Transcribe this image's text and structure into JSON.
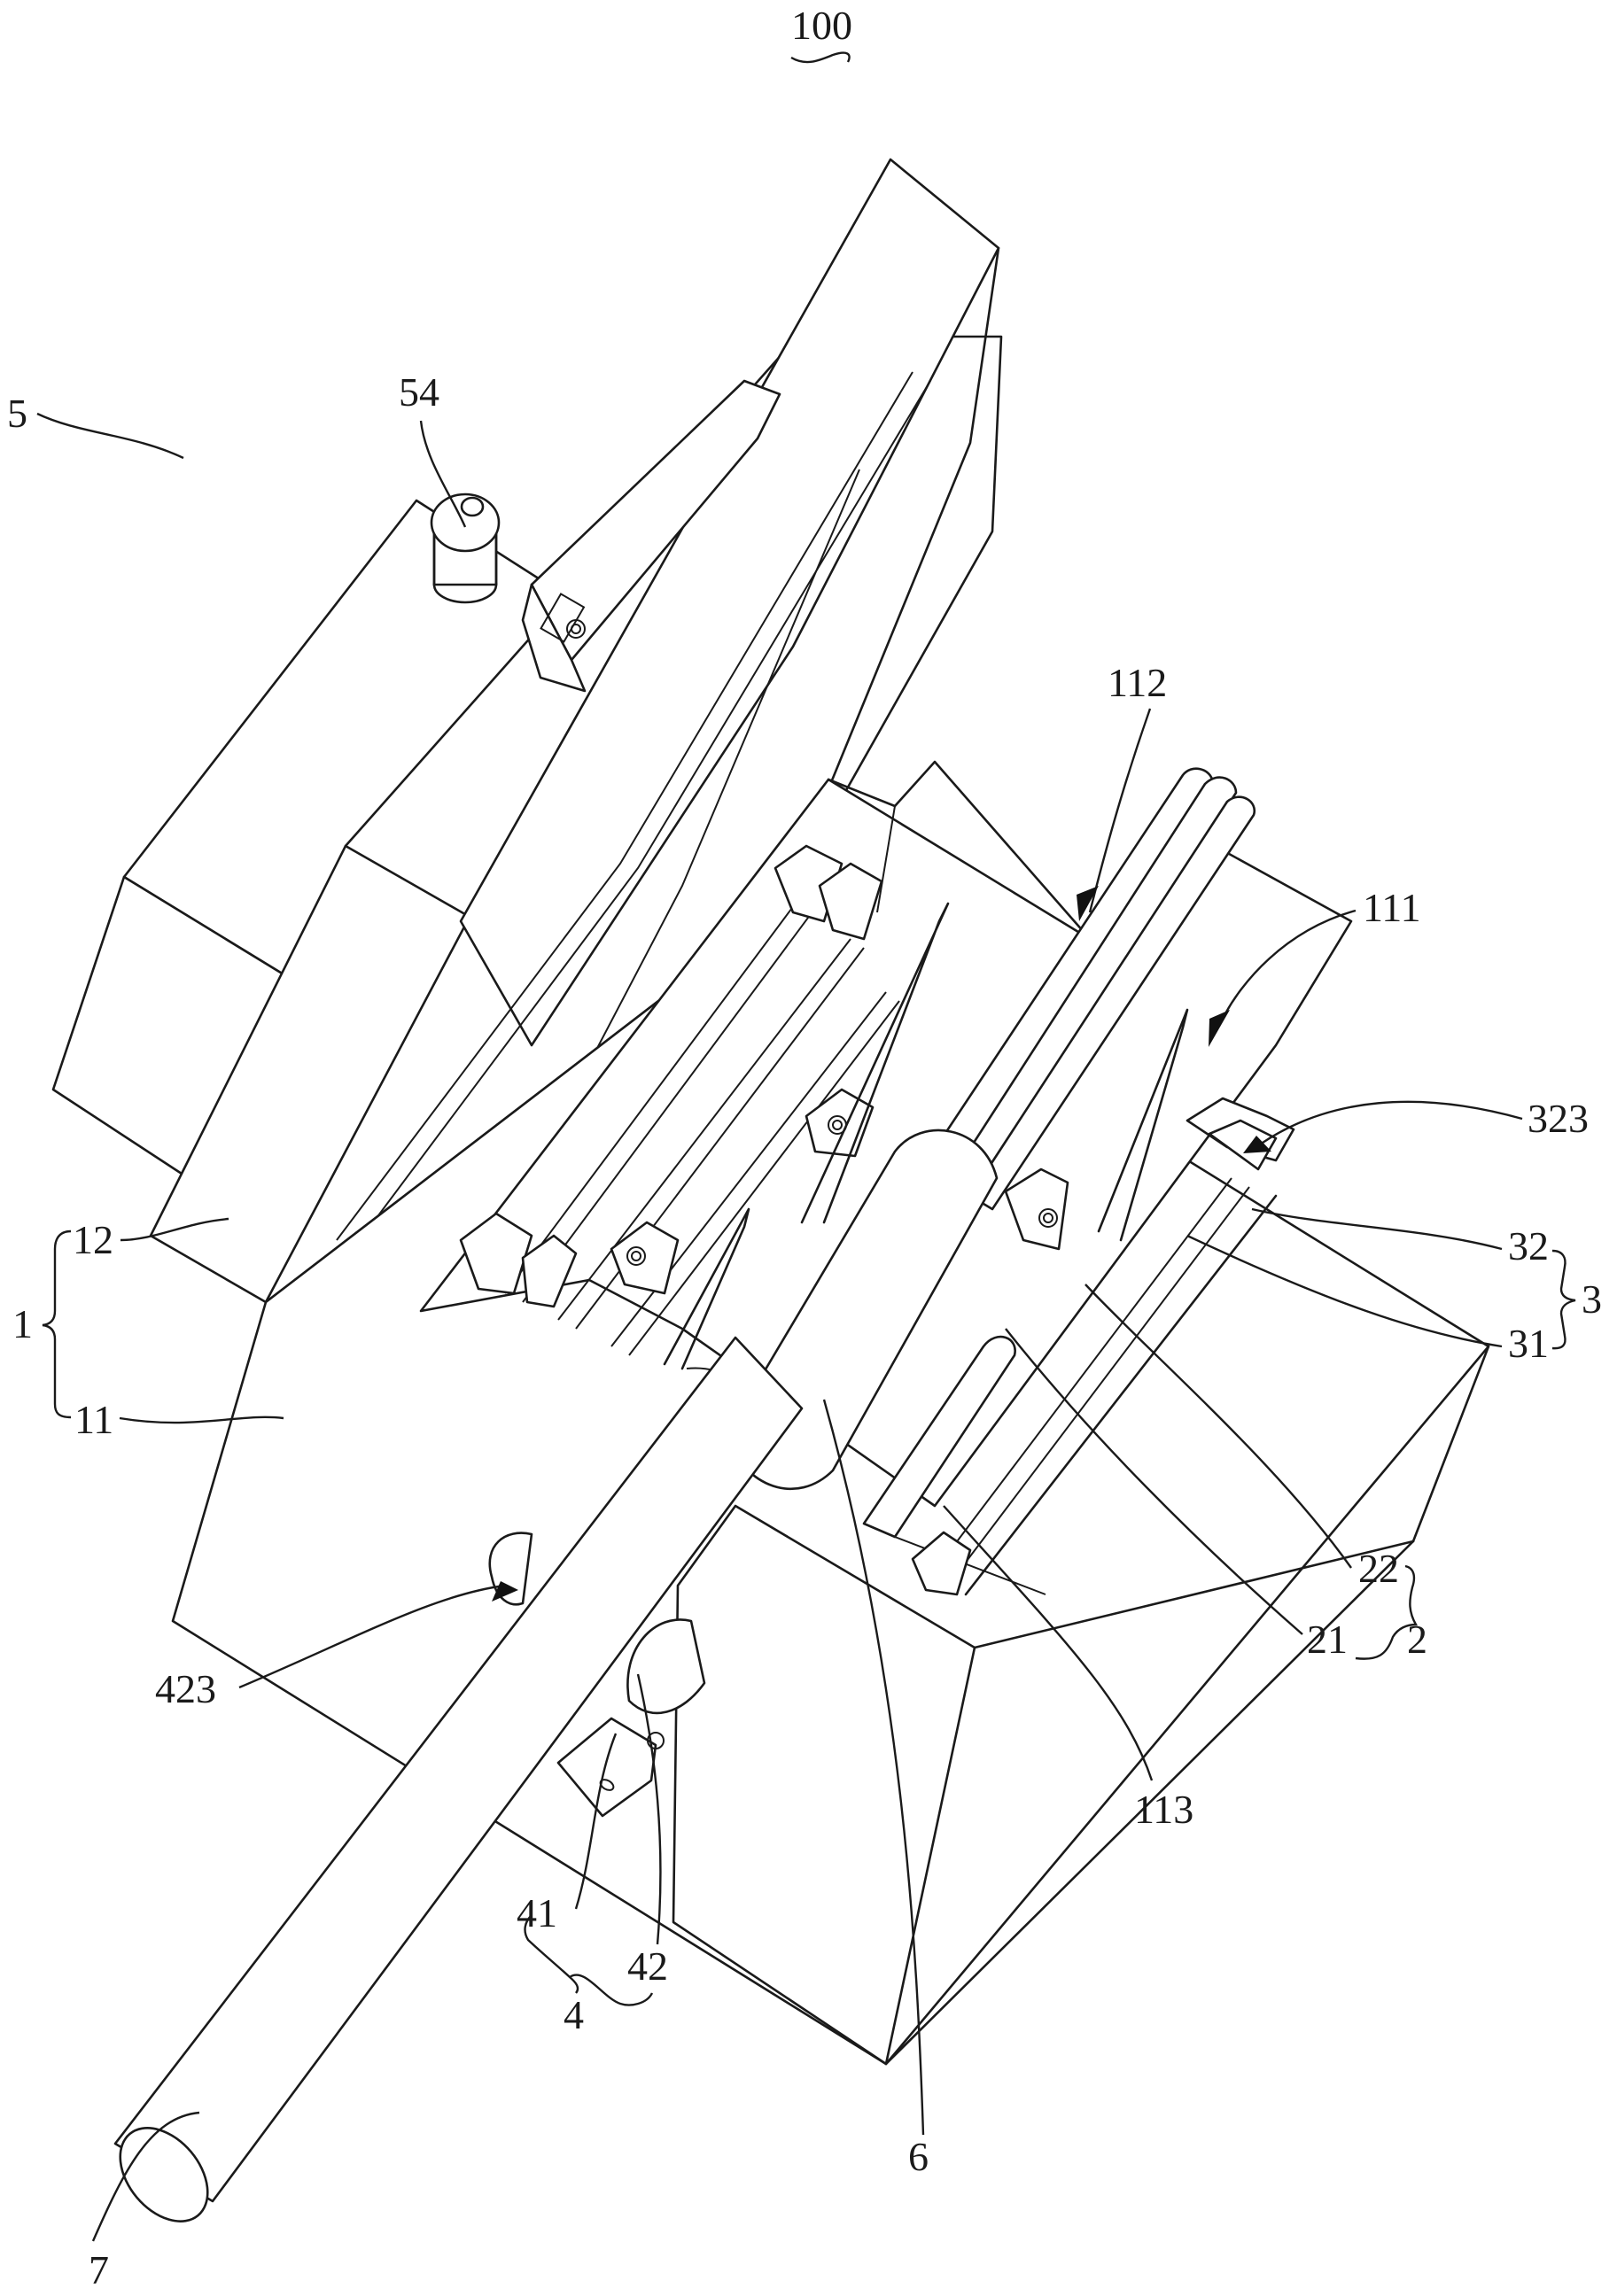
{
  "figure": {
    "assembly_ref": "100",
    "labels": {
      "l54": "54",
      "l5": "5",
      "l12": "12",
      "l1": "1",
      "l11": "11",
      "l112": "112",
      "l111": "111",
      "l323": "323",
      "l32": "32",
      "l3": "3",
      "l31": "31",
      "l22": "22",
      "l21": "21",
      "l2": "2",
      "l113": "113",
      "l423": "423",
      "l41": "41",
      "l42": "42",
      "l4": "4",
      "l6": "6",
      "l7": "7"
    },
    "groups": [
      {
        "ref": "1",
        "members": [
          "11",
          "12"
        ]
      },
      {
        "ref": "2",
        "members": [
          "21",
          "22"
        ]
      },
      {
        "ref": "3",
        "members": [
          "31",
          "32"
        ]
      },
      {
        "ref": "4",
        "members": [
          "41",
          "42"
        ]
      }
    ],
    "arrow_indicated_refs": [
      "112",
      "111",
      "323",
      "423"
    ]
  }
}
